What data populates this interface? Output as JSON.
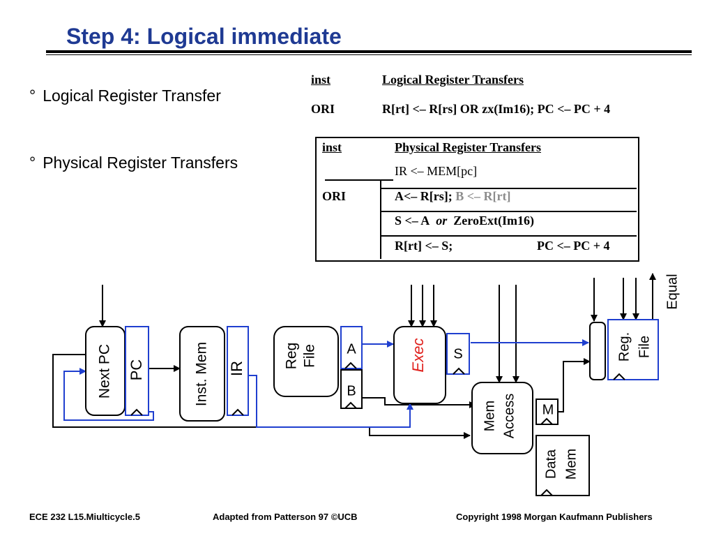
{
  "slide": {
    "title": "Step 4: Logical immediate",
    "bullets": [
      "Logical Register Transfer",
      "Physical Register Transfers"
    ],
    "bullet_symbol": "°"
  },
  "logical_table": {
    "header_inst": "inst",
    "header_transfers": "Logical Register Transfers",
    "row_inst": "ORI",
    "row_transfer": "R[rt] <– R[rs] OR zx(Im16); PC <– PC + 4"
  },
  "physical_table": {
    "header_inst": "inst",
    "header_transfers": "Physical Register Transfers",
    "fetch": "IR <– MEM[pc]",
    "row_inst": "ORI",
    "step1_a": "A<– R[rs];",
    "step1_b": "B <– R[rt]",
    "step2_pre": "S <– A",
    "step2_or": "or",
    "step2_post": "ZeroExt(Im16)",
    "step3_a": "R[rt] <– S;",
    "step3_b": "PC <– PC + 4"
  },
  "datapath": {
    "next_pc": "Next PC",
    "pc": "PC",
    "inst_mem": "Inst. Mem",
    "ir": "IR",
    "reg_file_top": "Reg",
    "reg_file_bottom": "File",
    "reg_a": "A",
    "reg_b": "B",
    "exec": "Exec",
    "reg_s": "S",
    "mem_access_top": "Mem",
    "mem_access_bottom": "Access",
    "reg_m": "M",
    "data_mem_top": "Data",
    "data_mem_bottom": "Mem",
    "reg_file_out_top": "Reg.",
    "reg_file_out_bottom": "File",
    "equal": "Equal",
    "colors": {
      "register_outline": "#1f3fcf",
      "wire_blue": "#1f3fcf",
      "exec_text": "#e0201c",
      "title": "#1f3a93"
    }
  },
  "footer": {
    "left": "ECE 232  L15.Miulticycle.5",
    "center": "Adapted from Patterson 97 ©UCB",
    "right": "Copyright 1998 Morgan Kaufmann Publishers"
  }
}
